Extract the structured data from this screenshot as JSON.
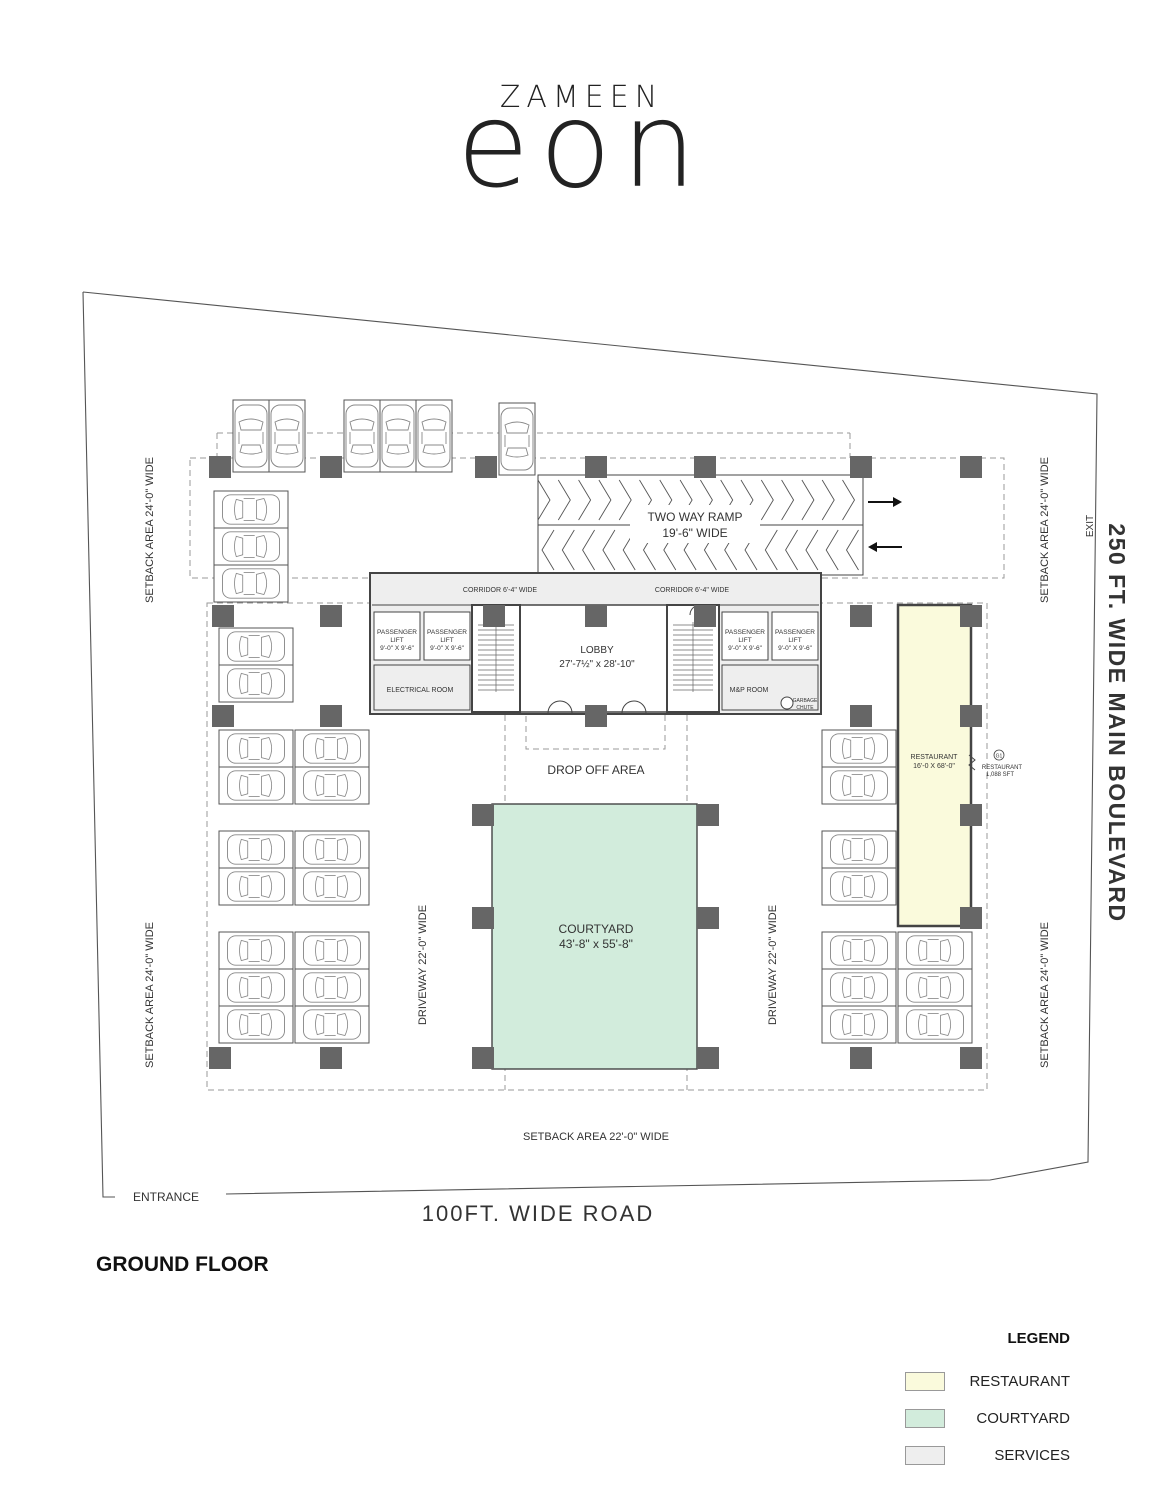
{
  "brand": {
    "top": "ZAMEEN",
    "main": "eon"
  },
  "plan": {
    "ramp_title": "TWO WAY RAMP",
    "ramp_width": "19'-6\" WIDE",
    "exit_label": "EXIT",
    "corridor_left": "CORRIDOR 6'-4\" WIDE",
    "corridor_right": "CORRIDOR 6'-4\" WIDE",
    "lift_label_1": "PASSENGER",
    "lift_label_2": "LIFT",
    "lift_size": "9'-0\" X 9'-6\"",
    "lobby": "LOBBY",
    "lobby_size": "27'-7½\" x 28'-10\"",
    "electrical_room": "ELECTRICAL ROOM",
    "mp_room": "M&P ROOM",
    "garbage_1": "GARBAGE",
    "garbage_2": "CHUTE",
    "drop_off": "DROP OFF AREA",
    "restaurant": "RESTAURANT",
    "restaurant_size": "16'-0 X 68'-0\"",
    "restaurant_tag": "G1",
    "restaurant_callout": "RESTAURANT",
    "restaurant_area": "1,088 SFT",
    "courtyard": "COURTYARD",
    "courtyard_size": "43'-8\" x 55'-8\"",
    "driveway_left": "DRIVEWAY 22'-0\" WIDE",
    "driveway_right": "DRIVEWAY 22'-0\" WIDE",
    "setback_left_top": "SETBACK AREA 24'-0\" WIDE",
    "setback_left_bottom": "SETBACK AREA 24'-0\" WIDE",
    "setback_right_top": "SETBACK AREA 24'-0\" WIDE",
    "setback_right_bottom": "SETBACK AREA 24'-0\" WIDE",
    "setback_bottom": "SETBACK AREA 22'-0\" WIDE",
    "entrance": "ENTRANCE",
    "road_bottom": "100FT. WIDE ROAD",
    "road_right": "250 FT. WIDE MAIN BOULEVARD"
  },
  "floor_title": "GROUND FLOOR",
  "legend": {
    "title": "LEGEND",
    "items": [
      {
        "label": "RESTAURANT",
        "color": "#fafadc"
      },
      {
        "label": "COURTYARD",
        "color": "#d2ecdc"
      },
      {
        "label": "SERVICES",
        "color": "#eeeeee"
      }
    ]
  },
  "colors": {
    "restaurant": "#fafadc",
    "courtyard": "#d2ecdc",
    "services": "#eeeeee",
    "column": "#666666",
    "line": "#333333"
  }
}
